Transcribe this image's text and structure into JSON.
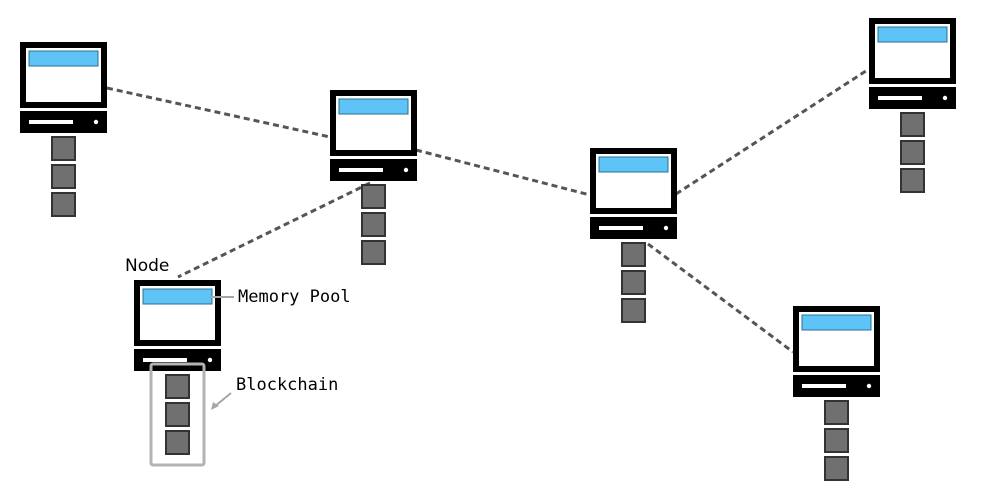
{
  "labels": {
    "node": "Node",
    "memory_pool": "Memory Pool",
    "blockchain": "Blockchain"
  },
  "colors": {
    "screen_fill": "#5ec4f7",
    "monitor_frame": "#000000",
    "block_fill": "#707070",
    "block_stroke": "#333333",
    "connection_line": "#555555",
    "highlight_box": "#b3b3b3",
    "pointer_line": "#a6a6a6"
  },
  "nodes": [
    {
      "id": "node-1",
      "blocks": 3
    },
    {
      "id": "node-2",
      "blocks": 3
    },
    {
      "id": "node-3",
      "blocks": 3
    },
    {
      "id": "node-4",
      "blocks": 3
    },
    {
      "id": "node-5",
      "blocks": 3
    },
    {
      "id": "node-6",
      "blocks": 3
    }
  ],
  "connections": [
    [
      "node-1",
      "node-2"
    ],
    [
      "node-2",
      "node-3"
    ],
    [
      "node-2",
      "node-4"
    ],
    [
      "node-3",
      "node-5"
    ],
    [
      "node-3",
      "node-6"
    ]
  ]
}
